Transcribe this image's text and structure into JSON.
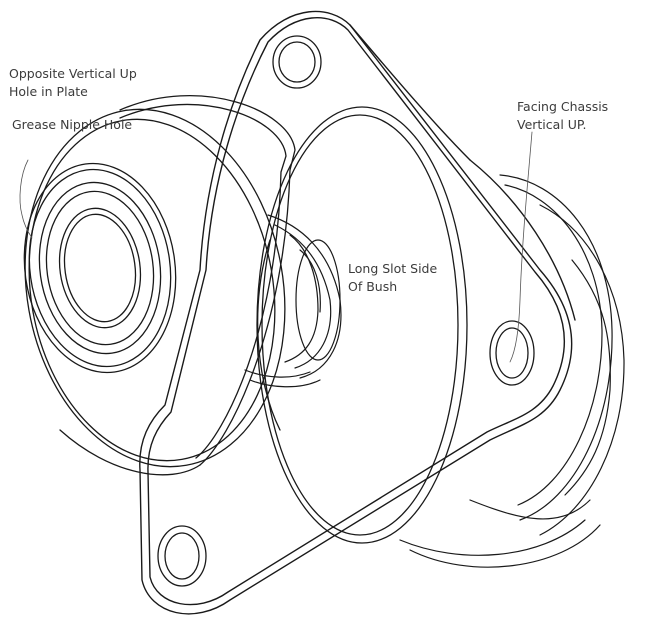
{
  "annotations": {
    "opposite_hole": [
      "Opposite Vertical Up",
      "Hole in Plate"
    ],
    "grease_nipple": "Grease Nipple Hole",
    "long_slot": [
      "Long Slot Side",
      "Of Bush"
    ],
    "facing_chassis": [
      "Facing Chassis",
      "Vertical UP."
    ]
  },
  "colors": {
    "line": "#1a1a1a",
    "leader": "#555555",
    "text": "#3c3c3c",
    "background": "#ffffff"
  }
}
